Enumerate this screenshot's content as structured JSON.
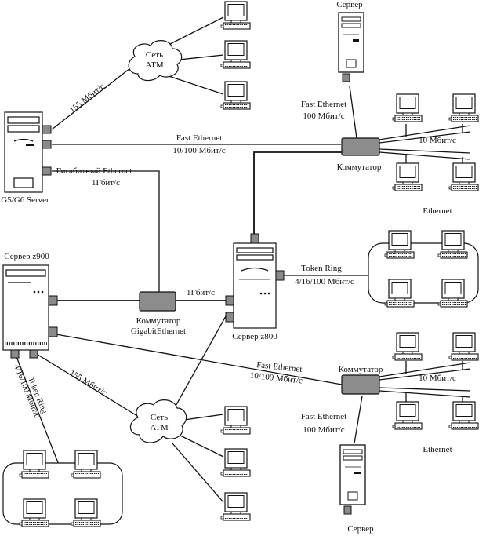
{
  "labels": {
    "atm_cloud": "Сеть\nATM",
    "speed_155": "155 Мбит/с",
    "speed_1g": "1Гбит/с",
    "speed_10": "10 Мбит/с",
    "fast_ethernet": "Fast Ethernet",
    "fe_10_100": "10/100 Мбит/с",
    "fe_100": "100 Мбит/с",
    "gigabit_ethernet": "Гигабитный Ethernet",
    "token_ring": "Token Ring",
    "tr_speed": "4/16/100 Мбит/с",
    "ethernet": "Ethernet",
    "switch": "Коммутатор",
    "switch_gigabit_1": "Коммутатор",
    "switch_gigabit_2": "GigabitEthernet",
    "server": "Сервер",
    "g5_server": "G5/G6 Server",
    "server_z900": "Сервер z900",
    "server_z800": "Сервер z800"
  },
  "icons": [
    "workstation-icon",
    "tower-server-icon",
    "atm-cloud-icon",
    "switch-icon",
    "token-ring-icon"
  ]
}
